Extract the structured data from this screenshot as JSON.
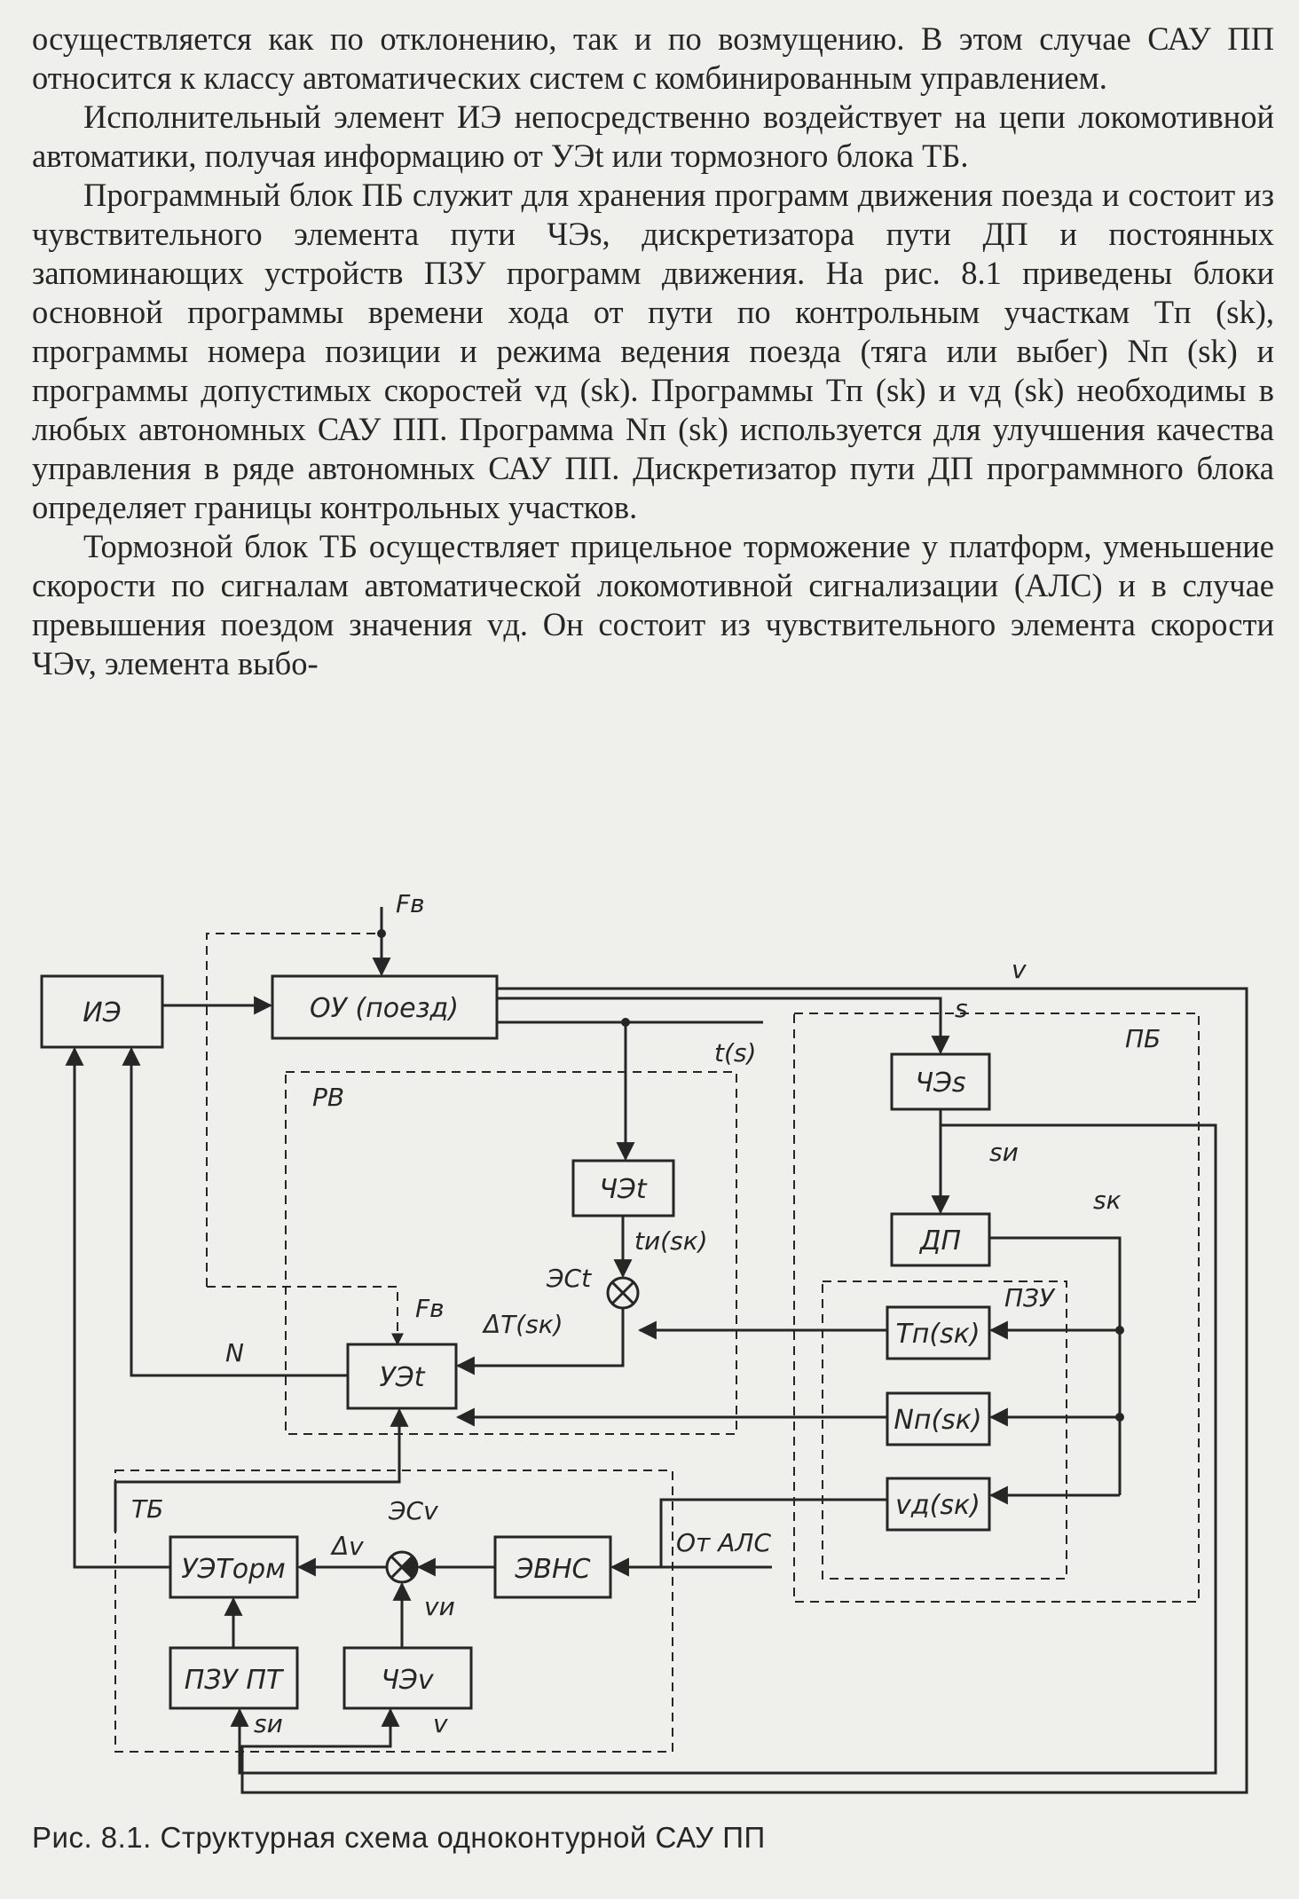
{
  "paragraphs": [
    {
      "id": "p0",
      "indent": false,
      "text": "осуществляется как по отклонению, так и по возмущению. В этом случае САУ ПП относится к классу автоматических систем с комбинированным управлением."
    },
    {
      "id": "p1",
      "indent": true,
      "text": "Исполнительный элемент ИЭ непосредственно воздействует на цепи локомотивной автоматики, получая информацию от УЭt или тормозного блока ТБ."
    },
    {
      "id": "p2",
      "indent": true,
      "text": "Программный блок ПБ служит для хранения программ движения поезда и состоит из чувствительного элемента пути ЧЭs, дискретизатора пути ДП и постоянных запоминающих устройств ПЗУ программ движения. На рис. 8.1 приведены блоки основной программы времени хода от пути по контрольным участкам Tп (sk), программы номера позиции и режима ведения поезда (тяга или выбег) Nп (sk) и программы допустимых скоростей vд (sk). Программы Tп (sk) и vд (sk) необходимы в любых автономных САУ ПП. Программа Nп (sk) используется для улучшения качества управления в ряде автономных САУ ПП. Дискретизатор пути ДП программного блока определяет границы контрольных участков."
    },
    {
      "id": "p3",
      "indent": true,
      "text": "Тормозной блок ТБ осуществляет прицельное торможение у платформ, уменьшение скорости по сигналам автоматической локомотивной сигнализации (АЛС) и в случае превышения поездом значения vд. Он состоит из чувствительного элемента скорости ЧЭv, элемента выбо-"
    }
  ],
  "diagram": {
    "blocks": {
      "ie": "ИЭ",
      "ou": "ОУ (поезд)",
      "che_s": "ЧЭs",
      "che_t": "ЧЭt",
      "dp": "ДП",
      "tp": "Tп(sк)",
      "np": "Nп(sк)",
      "vd": "vд(sк)",
      "ue_t": "УЭt",
      "ue_torm": "УЭТорм",
      "evns": "ЭВНС",
      "pzu_pt": "ПЗУ ПТ",
      "che_v": "ЧЭv"
    },
    "regions": {
      "rv": "РВ",
      "pb": "ПБ",
      "pzu": "ПЗУ",
      "tb": "ТБ"
    },
    "signals": {
      "fv_top": "Fв",
      "v_top": "v",
      "s_top": "s",
      "t_s": "t(s)",
      "s_i": "sи",
      "s_k": "sк",
      "ti_sk": "tи(sк)",
      "es_t": "ЭСt",
      "fv_ue": "Fв",
      "dT": "ΔT(sк)",
      "n": "N",
      "es_v": "ЭСv",
      "dv": "Δv",
      "v_i": "vи",
      "ot_als": "От АЛС",
      "s_i_bottom": "sи",
      "v_bottom": "v"
    }
  },
  "caption": "Рис. 8.1. Структурная схема одноконтурной САУ ПП"
}
